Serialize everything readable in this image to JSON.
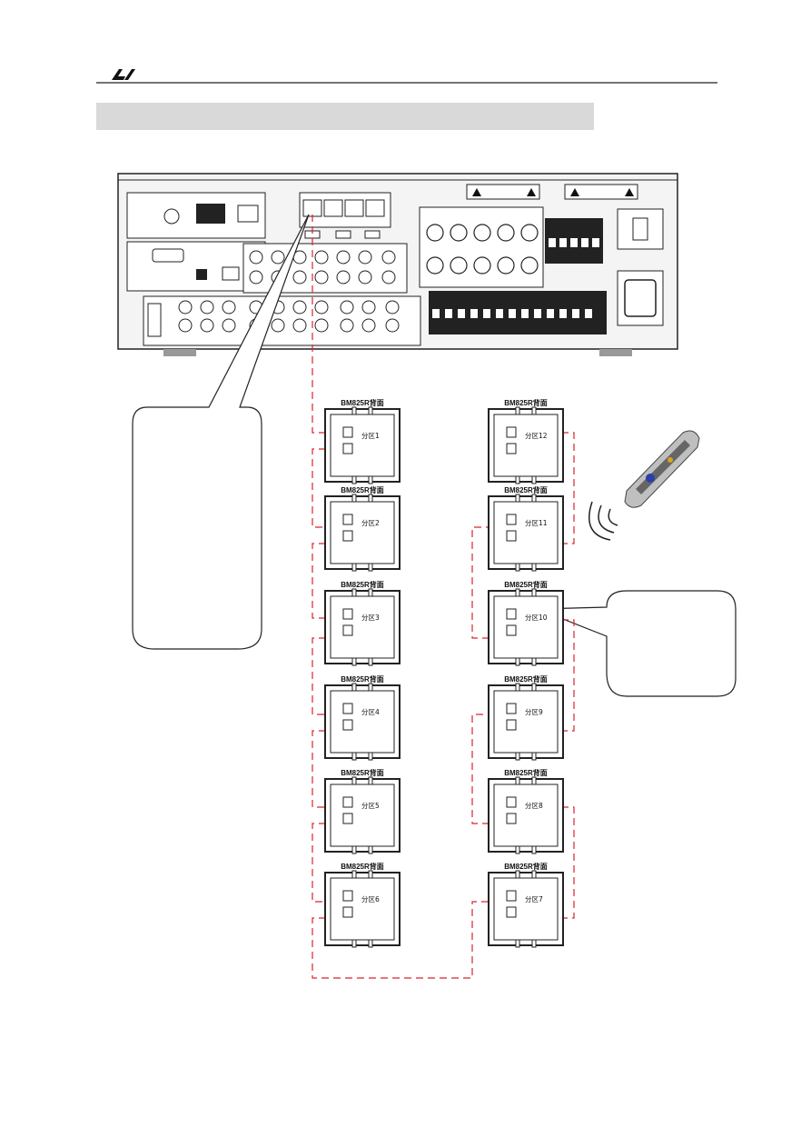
{
  "header": {
    "logo_icon": "lv-brand-logo",
    "section_bar_color": "#d9d9d9"
  },
  "panel_back_label": "BM825R背面",
  "zones": [
    {
      "label": "分区1"
    },
    {
      "label": "分区2"
    },
    {
      "label": "分区3"
    },
    {
      "label": "分区4"
    },
    {
      "label": "分区5"
    },
    {
      "label": "分区6"
    },
    {
      "label": "分区7"
    },
    {
      "label": "分区8"
    },
    {
      "label": "分区9"
    },
    {
      "label": "分区10"
    },
    {
      "label": "分区11"
    },
    {
      "label": "分区12"
    }
  ],
  "colors": {
    "cable": "#d9252b",
    "outline": "#222222",
    "chassis_fill": "#f2f2f2"
  },
  "icons": [
    "remote-control-icon",
    "ir-signal-icon",
    "warning-triangle-icon",
    "rj45-port-icon",
    "power-switch-icon",
    "ac-inlet-icon"
  ]
}
